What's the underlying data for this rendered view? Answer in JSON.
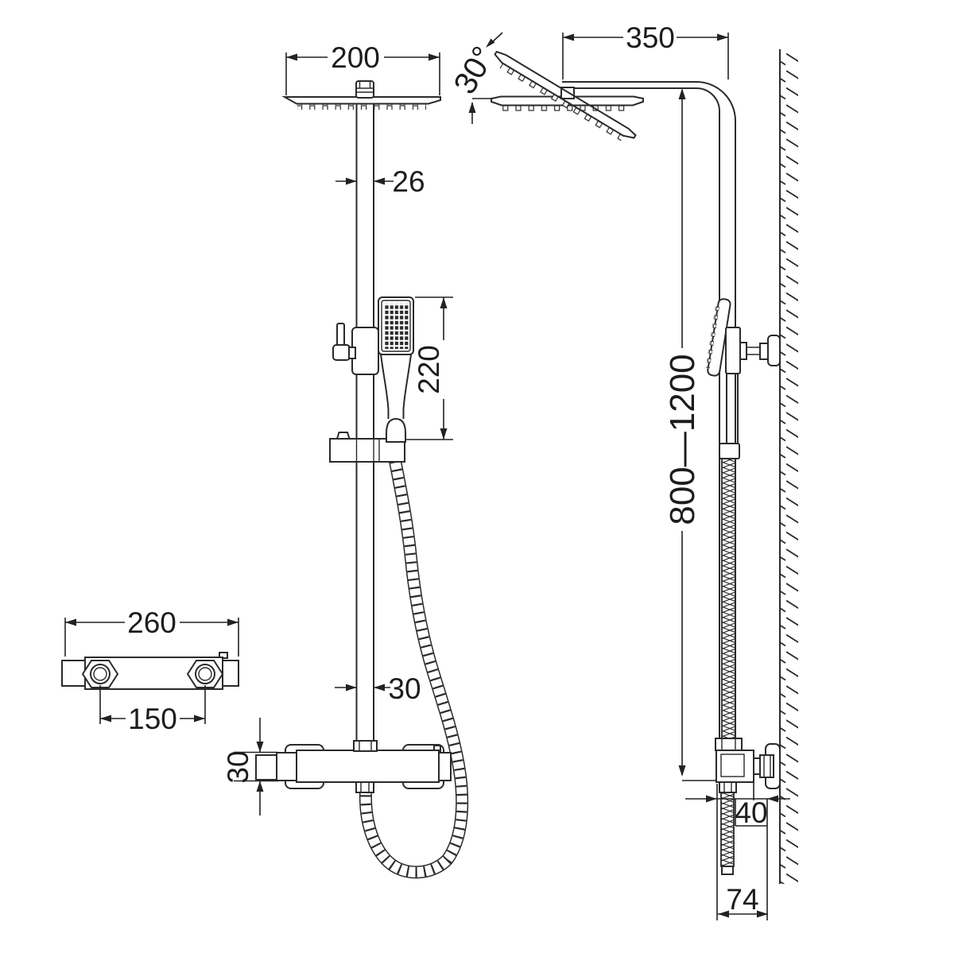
{
  "drawing": {
    "front_view": {
      "head_width": "200",
      "pipe_width_upper": "26",
      "hand_shower_length": "220",
      "pipe_width_lower": "30",
      "valve_height": "30"
    },
    "side_view": {
      "arm_length": "350",
      "tilt_angle": "30°",
      "riser_height_range": "800—1200",
      "wall_clearance": "40",
      "valve_depth": "74"
    },
    "valve_front_view": {
      "valve_width": "260",
      "inlet_spacing": "150"
    }
  }
}
